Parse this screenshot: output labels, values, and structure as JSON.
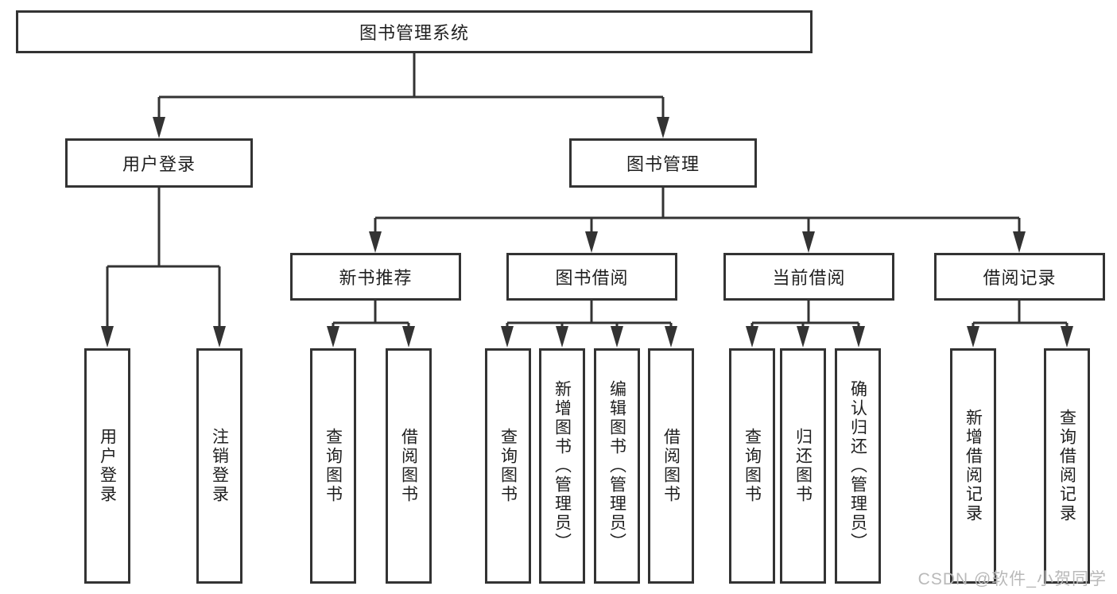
{
  "tree": {
    "root": "图书管理系统",
    "level2": [
      "用户登录",
      "图书管理"
    ],
    "level3": [
      "新书推荐",
      "图书借阅",
      "当前借阅",
      "借阅记录"
    ],
    "leaves_login": [
      "用户登录",
      "注销登录"
    ],
    "leaves_newbook": [
      "查询图书",
      "借阅图书"
    ],
    "leaves_borrow": [
      "查询图书",
      "新增图书（管理员）",
      "编辑图书（管理员）",
      "借阅图书"
    ],
    "leaves_current": [
      "查询图书",
      "归还图书",
      "确认归还（管理员）"
    ],
    "leaves_records": [
      "新增借阅记录",
      "查询借阅记录"
    ]
  },
  "watermark": "CSDN @软件_小贺同学",
  "colors": {
    "line": "#333333",
    "text": "#1f1f1f",
    "watermark": "#b9b9b9",
    "background": "#ffffff"
  }
}
